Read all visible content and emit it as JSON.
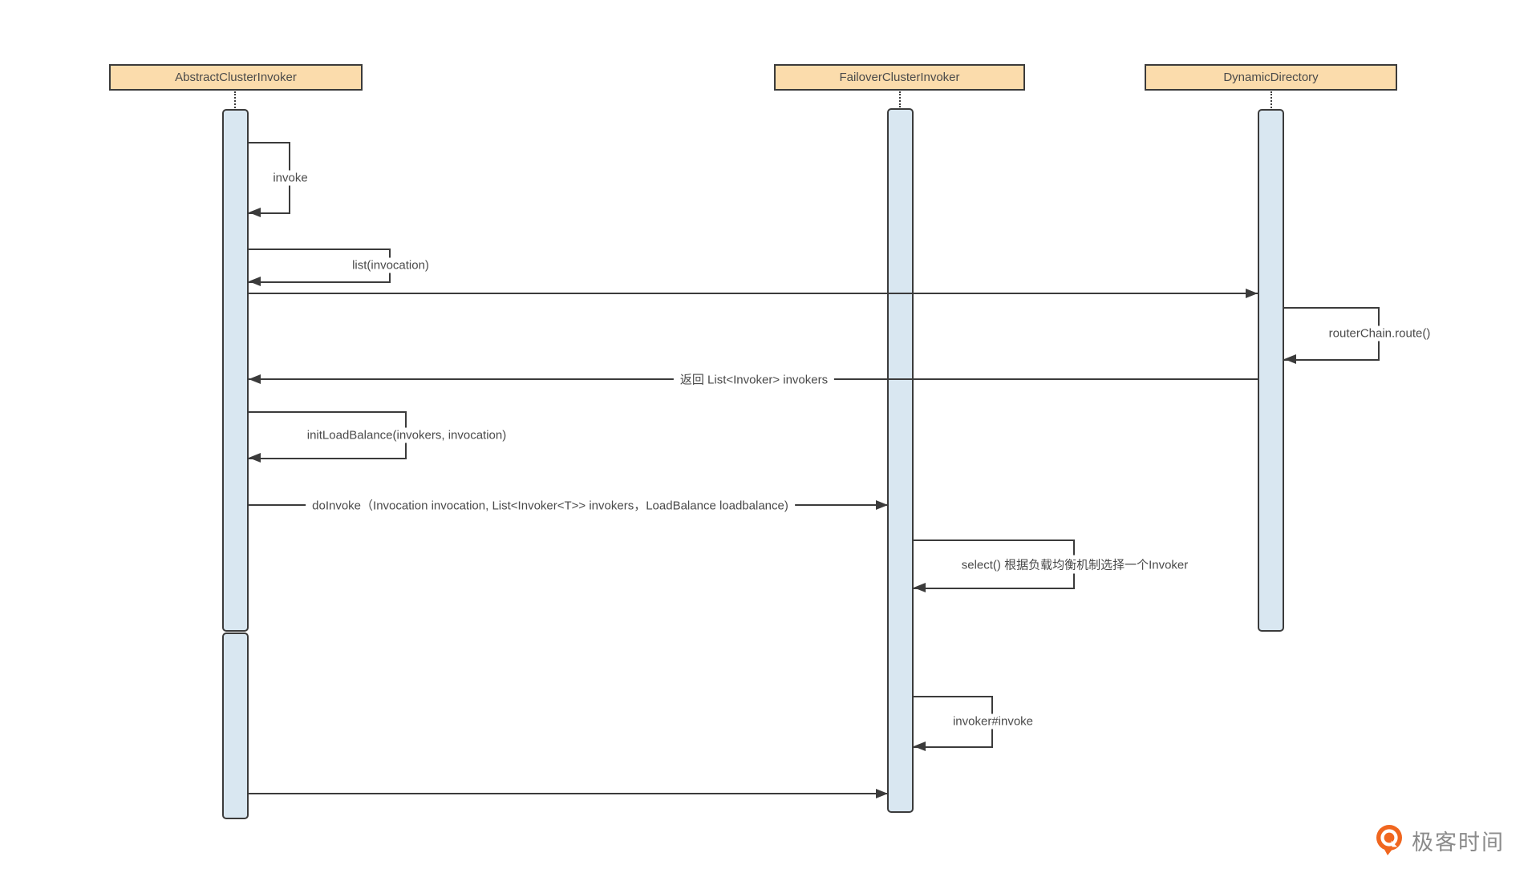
{
  "diagram": {
    "type": "uml-sequence",
    "lifelines": [
      {
        "name": "AbstractClusterInvoker"
      },
      {
        "name": "FailoverClusterInvoker"
      },
      {
        "name": "DynamicDirectory"
      }
    ],
    "messages": [
      {
        "id": "m1",
        "label": "invoke",
        "kind": "self-call",
        "from": "AbstractClusterInvoker",
        "to": "AbstractClusterInvoker"
      },
      {
        "id": "m2",
        "label": "list(invocation)",
        "kind": "self-call",
        "from": "AbstractClusterInvoker",
        "to": "AbstractClusterInvoker"
      },
      {
        "id": "m3",
        "label": "",
        "kind": "call",
        "from": "AbstractClusterInvoker",
        "to": "DynamicDirectory"
      },
      {
        "id": "m4",
        "label": "routerChain.route()",
        "kind": "self-call",
        "from": "DynamicDirectory",
        "to": "DynamicDirectory"
      },
      {
        "id": "m5",
        "label": "返回 List<Invoker> invokers",
        "kind": "return",
        "from": "DynamicDirectory",
        "to": "AbstractClusterInvoker"
      },
      {
        "id": "m6",
        "label": "initLoadBalance(invokers, invocation)",
        "kind": "self-call",
        "from": "AbstractClusterInvoker",
        "to": "AbstractClusterInvoker"
      },
      {
        "id": "m7",
        "label": "doInvoke（Invocation invocation, List<Invoker<T>> invokers，LoadBalance loadbalance)",
        "kind": "call",
        "from": "AbstractClusterInvoker",
        "to": "FailoverClusterInvoker"
      },
      {
        "id": "m8",
        "label": "select() 根据负载均衡机制选择一个Invoker",
        "kind": "self-call",
        "from": "FailoverClusterInvoker",
        "to": "FailoverClusterInvoker"
      },
      {
        "id": "m9",
        "label": "invoker#invoke",
        "kind": "self-call",
        "from": "FailoverClusterInvoker",
        "to": "FailoverClusterInvoker"
      },
      {
        "id": "m10",
        "label": "",
        "kind": "call",
        "from": "AbstractClusterInvoker",
        "to": "FailoverClusterInvoker"
      }
    ],
    "colors": {
      "header_fill": "#fbdcac",
      "border": "#3b3b3b",
      "activation_fill": "#d9e7f1",
      "text": "#4a4a4a",
      "background": "#ffffff"
    }
  },
  "branding": {
    "logo_text": "极客时间",
    "logo_icon": "geektime-pin-icon",
    "logo_orange": "#f0661f",
    "logo_text_color": "#8b8b8b"
  }
}
